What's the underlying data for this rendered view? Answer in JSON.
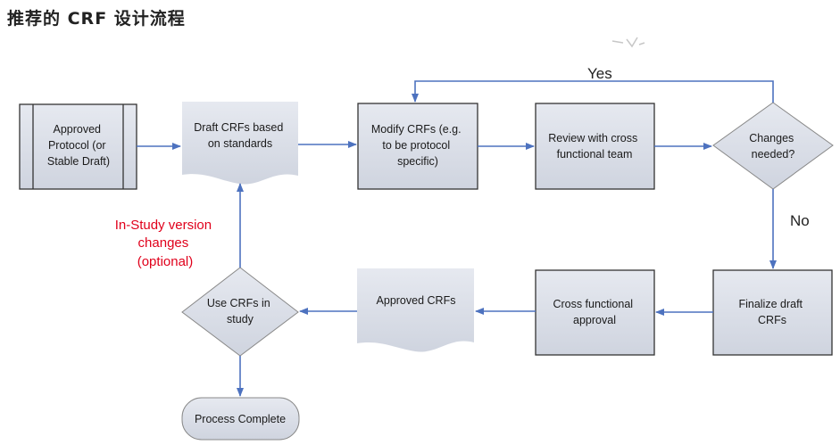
{
  "title": "推荐的 CRF 设计流程",
  "nodes": {
    "approved_protocol": {
      "lines": [
        "Approved",
        "Protocol (or",
        "Stable Draft)"
      ]
    },
    "draft_crfs": {
      "lines": [
        "Draft CRFs based",
        "on standards"
      ]
    },
    "modify_crfs": {
      "lines": [
        "Modify CRFs (e.g.",
        "to be protocol",
        "specific)"
      ]
    },
    "review": {
      "lines": [
        "Review with cross",
        "functional team"
      ]
    },
    "changes_needed": {
      "lines": [
        "Changes",
        "needed?"
      ]
    },
    "finalize": {
      "lines": [
        "Finalize draft",
        "CRFs"
      ]
    },
    "cross_approval": {
      "lines": [
        "Cross functional",
        "approval"
      ]
    },
    "approved_crfs": {
      "lines": [
        "Approved CRFs"
      ]
    },
    "use_crfs": {
      "lines": [
        "Use CRFs in",
        "study"
      ]
    },
    "process_complete": {
      "lines": [
        "Process Complete"
      ]
    }
  },
  "edge_labels": {
    "yes": "Yes",
    "no": "No",
    "in_study": [
      "In-Study version",
      "changes",
      "(optional)"
    ]
  },
  "colors": {
    "box_fill": "#d9dde6",
    "box_stroke": "#333333",
    "arrow": "#4d72bf",
    "annotation": "#e0001b"
  }
}
